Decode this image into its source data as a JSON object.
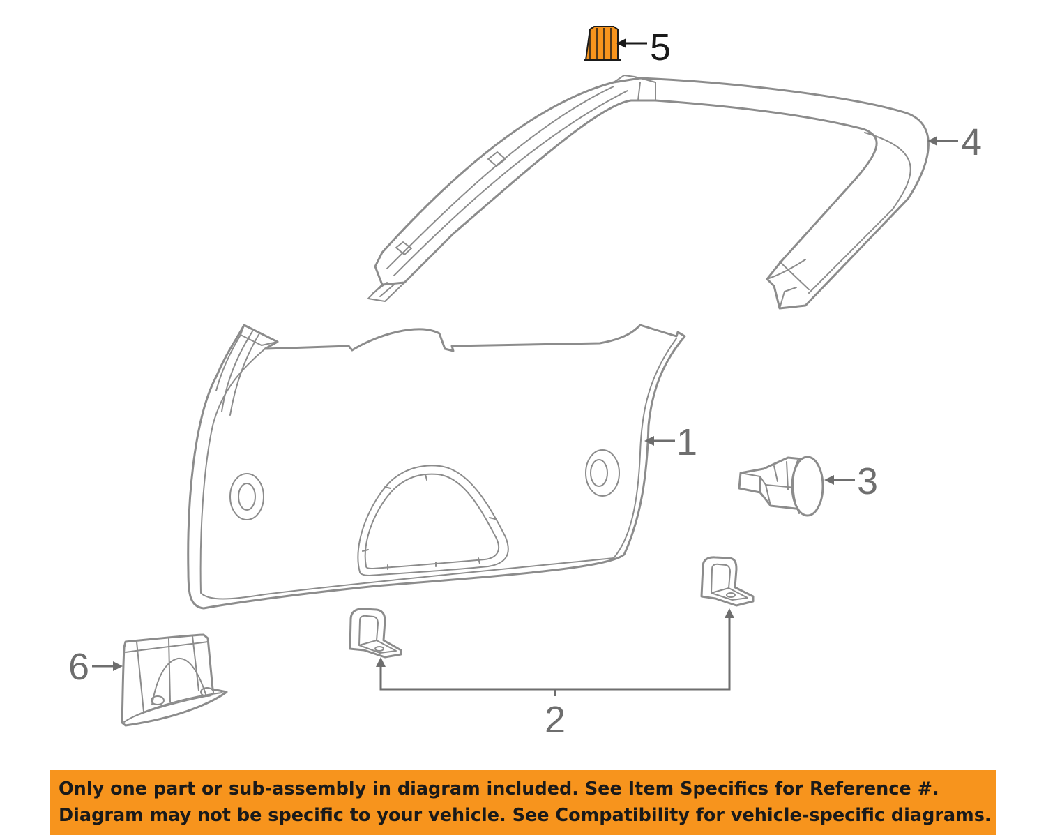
{
  "colors": {
    "highlight_part": "#F7941D",
    "banner_background": "#F7941D",
    "part_outline": "#8C8C8C",
    "callout_text": "#6E6E6E",
    "highlight_text": "#1A1A1A"
  },
  "callouts": {
    "trim_panel": "1",
    "clip": "2",
    "push_pin": "3",
    "garnish_molding": "4",
    "cap": "5",
    "handle_cup": "6"
  },
  "highlighted_callout": "5",
  "notice": {
    "line1": "Only one part or sub-assembly in diagram included. See Item Specifics for Reference #.",
    "line2": "Diagram may not be specific to your vehicle. See Compatibility for vehicle-specific diagrams."
  }
}
